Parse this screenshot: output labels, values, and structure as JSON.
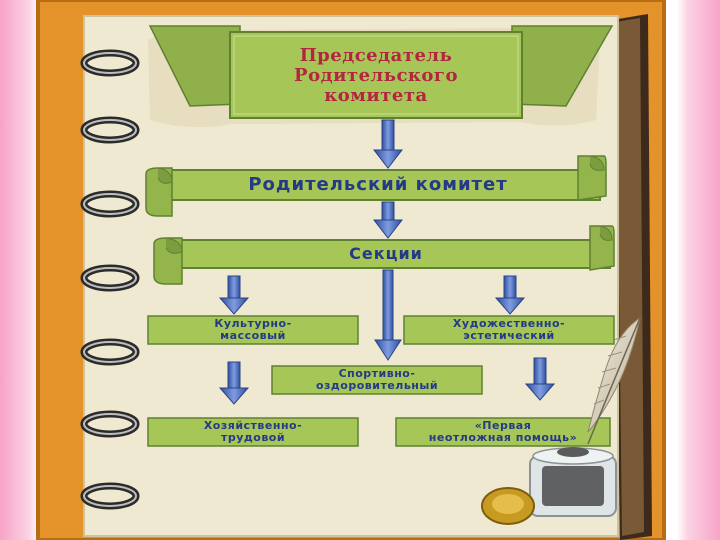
{
  "diagram": {
    "title": "Председатель\nРодительского\nкомитета",
    "committee": "Родительский комитет",
    "sections": "Секции",
    "section_items": [
      "Культурно-\nмассовый",
      "Художественно-\nэстетический",
      "Спортивно-\nоздоровительный",
      "Хозяйственно-\nтрудовой",
      "«Первая\nнеотложная помощь»"
    ]
  },
  "colors": {
    "pink_border": "#f7a3c8",
    "notebook_orange": "#e3932a",
    "paper": "#efe9d2",
    "box_green": "#a6c658",
    "box_border": "#5f8132",
    "title_text": "#b3263f",
    "label_text": "#243a86",
    "arrow_blue": "#4a6fc0"
  }
}
